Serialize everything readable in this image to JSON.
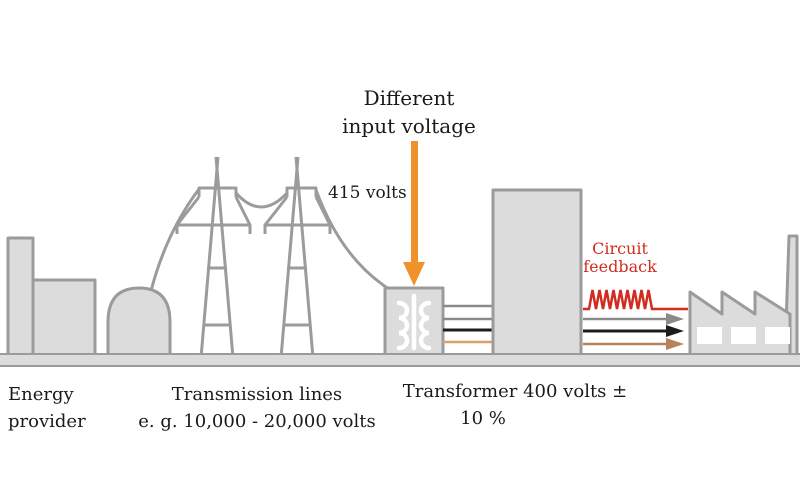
{
  "colors": {
    "shape_fill": "#dcdcdc",
    "shape_stroke": "#9b9b9b",
    "orange": "#f0922b",
    "red": "#d22b20",
    "line_gray": "#8a8a8a",
    "line_black": "#1c1c1c",
    "line_brown": "#b9805a",
    "line_tan": "#dba06a",
    "text": "#1a1a1a",
    "window": "#ffffff",
    "background": "#ffffff"
  },
  "labels": {
    "input_voltage": {
      "line1": "Different",
      "line2": "input voltage"
    },
    "volts_415": "415 volts",
    "circuit_feedback": {
      "line1": "Circuit",
      "line2": "feedback"
    },
    "energy_provider": {
      "line1": "Energy",
      "line2": "provider"
    },
    "transmission_lines": {
      "line1": "Transmission lines",
      "line2": "e. g. 10,000 - 20,000 volts"
    },
    "transformer": {
      "line1": "Transformer 400 volts ±",
      "line2": "10 %"
    }
  },
  "icons": [
    "power-plant-icon",
    "transmission-tower-icon",
    "power-cable-icon",
    "transformer-coil-icon",
    "substation-building-icon",
    "factory-icon",
    "down-arrow-icon",
    "feedback-wave-icon",
    "flow-arrow-icon"
  ]
}
